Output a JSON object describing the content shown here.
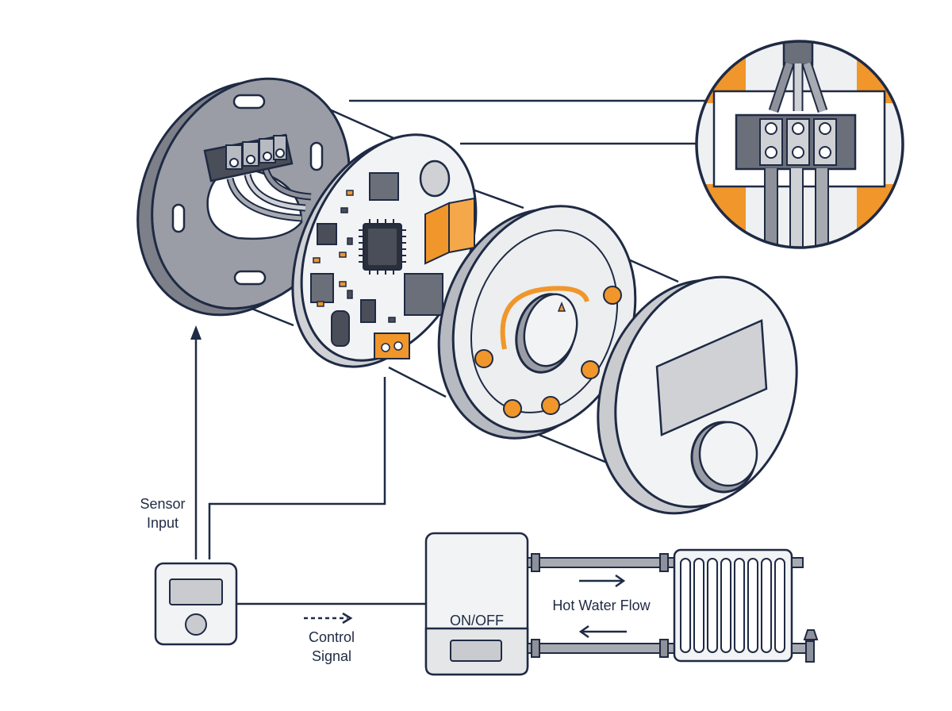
{
  "labels": {
    "sensor_input_line1": "Sensor",
    "sensor_input_line2": "Input",
    "control_signal_line1": "Control",
    "control_signal_line2": "Signal",
    "on_off": "ON/OFF",
    "hot_water_flow": "Hot Water Flow"
  },
  "colors": {
    "outline": "#1f2a44",
    "accent_orange": "#f0962a",
    "plate_gray": "#8e9199",
    "light_gray": "#e9eaec",
    "mid_gray": "#c9cbcf",
    "dark_chip": "#5a5e68"
  }
}
